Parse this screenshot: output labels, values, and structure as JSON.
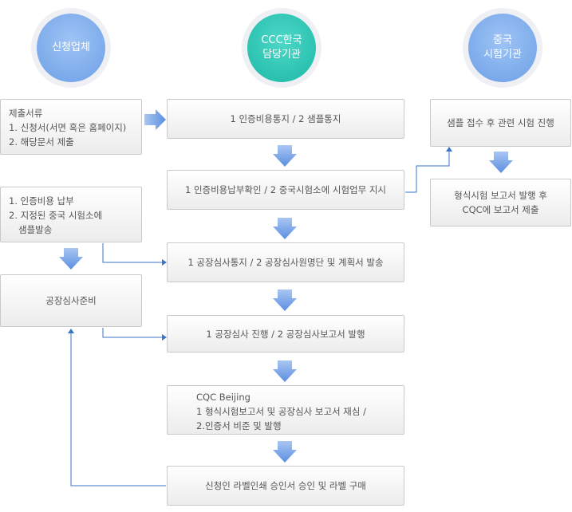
{
  "columns": {
    "applicant": "신청업체",
    "cqc_korea": "CCC한국\n담당기관",
    "china_lab": "중국\n시험기관"
  },
  "applicant_boxes": {
    "documents": {
      "title": "제출서류",
      "item1": "1. 신청서(서면 혹은 홈페이지)",
      "item2": "2. 해당문서 제출"
    },
    "payment": {
      "item1": "1. 인증비용 납부",
      "item2": "2. 지정된 중국 시험소에",
      "item2b": "샘플발송"
    },
    "prep": "공장심사준비"
  },
  "center_steps": {
    "step1": "1 인증비용통지 / 2 샘플통지",
    "step2": "1 인증비용납부확인 / 2 중국시험소에 시험업무 지시",
    "step3": "1 공장심사통지 / 2 공장심사원명단 및 계획서 발송",
    "step4": "1 공장심사 진행 / 2 공장심사보고서 발행",
    "step5": {
      "line1": "CQC Beijing",
      "line2": "1 형식시험보고서 및 공장심사 보고서 재심 /",
      "line3": "2.인증서 비준 및 발행"
    },
    "step6": "신청인 라벨인쇄 승인서 승인 및 라벨 구매"
  },
  "lab_boxes": {
    "test": "샘플 접수 후 관련 시험 진행",
    "report": {
      "line1": "형식시험 보고서 발행 후",
      "line2": "CQC에 보고서 제출"
    }
  },
  "colors": {
    "applicant_circle": "#7aa8ea",
    "korea_circle": "#25c4b2",
    "arrow": "#5b8ee0",
    "connector": "#3a74c9"
  }
}
